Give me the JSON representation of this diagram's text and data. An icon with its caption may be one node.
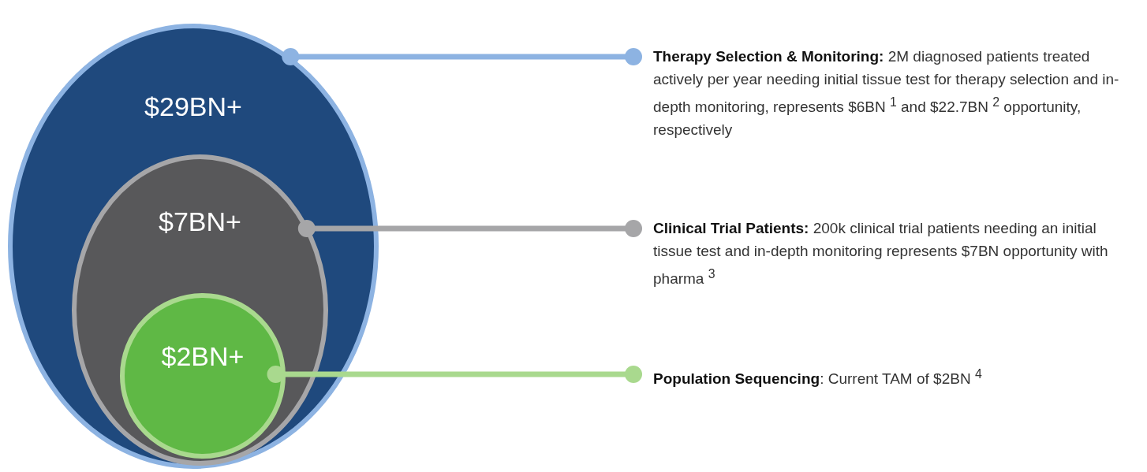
{
  "diagram": {
    "nodes": [
      {
        "text": [
          "$29BN+"
        ]
      },
      {
        "text": [
          "$7BN+"
        ],
        "in": 0
      },
      {
        "text": [
          "$2BN+"
        ],
        "in": 1
      },
      {
        "text": [
          "**Therapy Selection & Monitoring:** 2M diagnosed patients treated actively per year needing initial tissue test for therapy selection and in-depth monitoring, represents $6BN $^{1}$ and $22.7BN $^{2}$ opportunity, respectively"
        ]
      },
      {
        "text": [
          "**Clinical Trial Patients:** 200k clinical trial patients needing an initial tissue test and in-depth monitoring represents $7BN opportunity with pharma $^{3}$"
        ]
      },
      {
        "text": [
          "**Population Sequencing**: Current TAM of $2BN $^{4}$"
        ]
      }
    ],
    "edges": [
      {
        "from": 0,
        "to": 3,
        "arrow": "other",
        "color": "#8db3e2"
      },
      {
        "from": 1,
        "to": 4,
        "arrow": "other",
        "color": "#a6a6a8"
      },
      {
        "from": 2,
        "to": 5,
        "arrow": "other",
        "color": "#a9d98e"
      }
    ]
  }
}
